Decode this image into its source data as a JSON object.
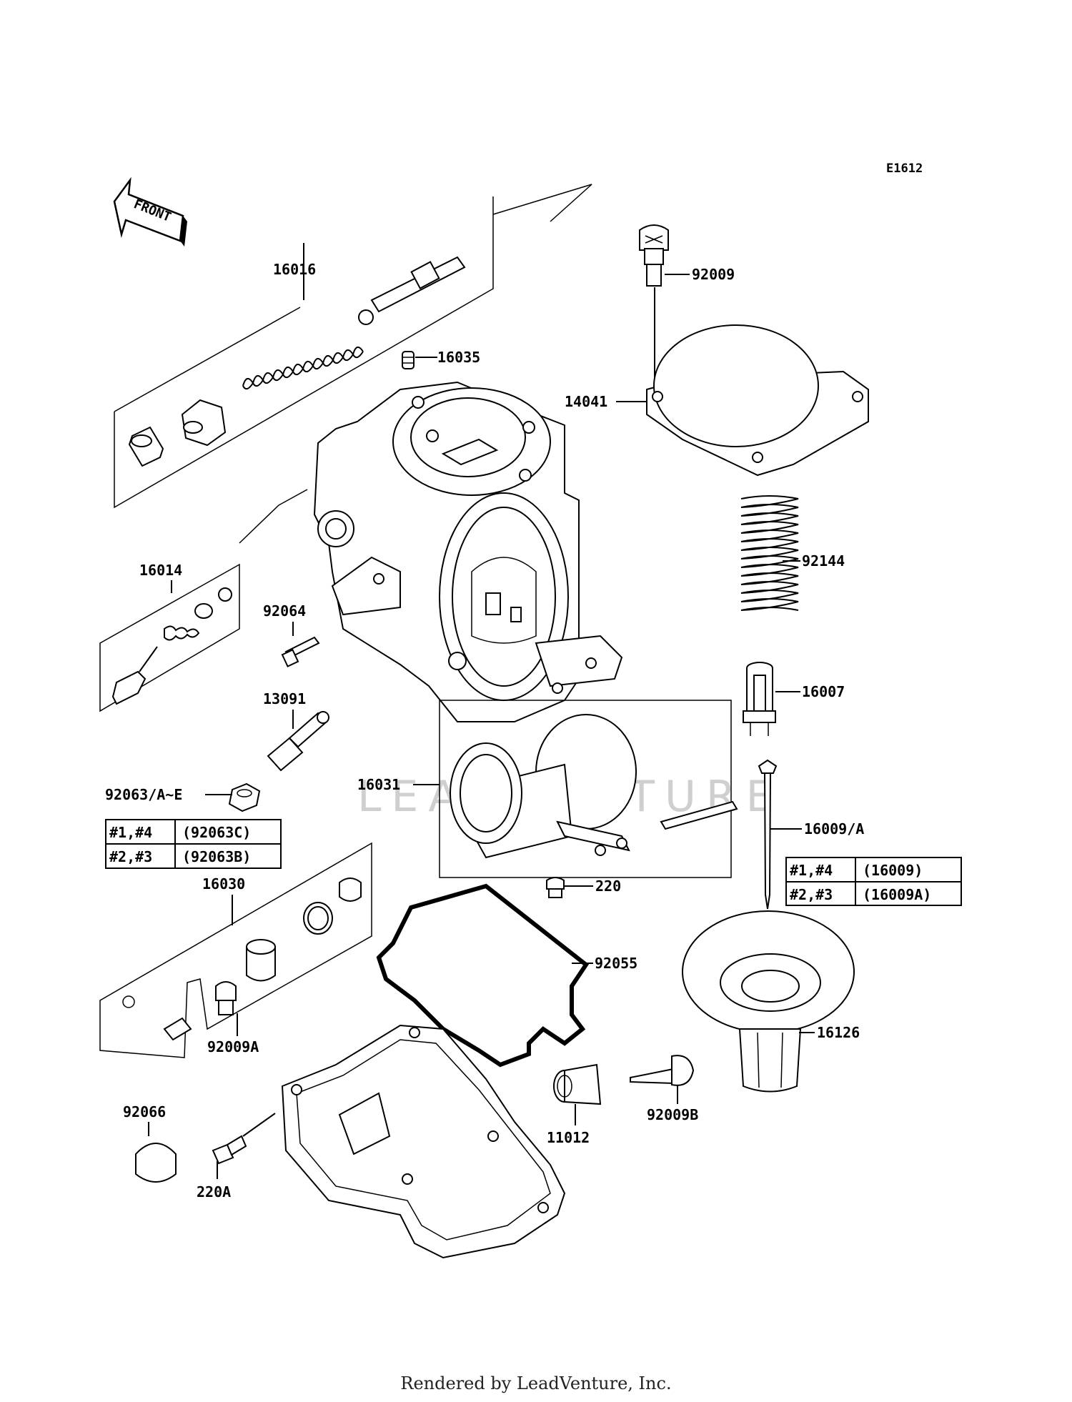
{
  "diagram_code": "E1612",
  "front_label": "FRONT",
  "watermark": "LEADVENTURE",
  "footer": "Rendered by LeadVenture, Inc.",
  "parts": {
    "p16016": "16016",
    "p16035": "16035",
    "p92009": "92009",
    "p14041": "14041",
    "p92144": "92144",
    "p16014": "16014",
    "p92064": "92064",
    "p16007": "16007",
    "p13091": "13091",
    "p16031": "16031",
    "p92063": "92063/A~E",
    "p16009": "16009/A",
    "p16030": "16030",
    "p220": "220",
    "p92055": "92055",
    "p92009A": "92009A",
    "p16126": "16126",
    "p92066": "92066",
    "p11012": "11012",
    "p92009B": "92009B",
    "p220A": "220A"
  },
  "table_92063": [
    {
      "cyl": "#1,#4",
      "part": "(92063C)"
    },
    {
      "cyl": "#2,#3",
      "part": "(92063B)"
    }
  ],
  "table_16009": [
    {
      "cyl": "#1,#4",
      "part": "(16009)"
    },
    {
      "cyl": "#2,#3",
      "part": "(16009A)"
    }
  ]
}
